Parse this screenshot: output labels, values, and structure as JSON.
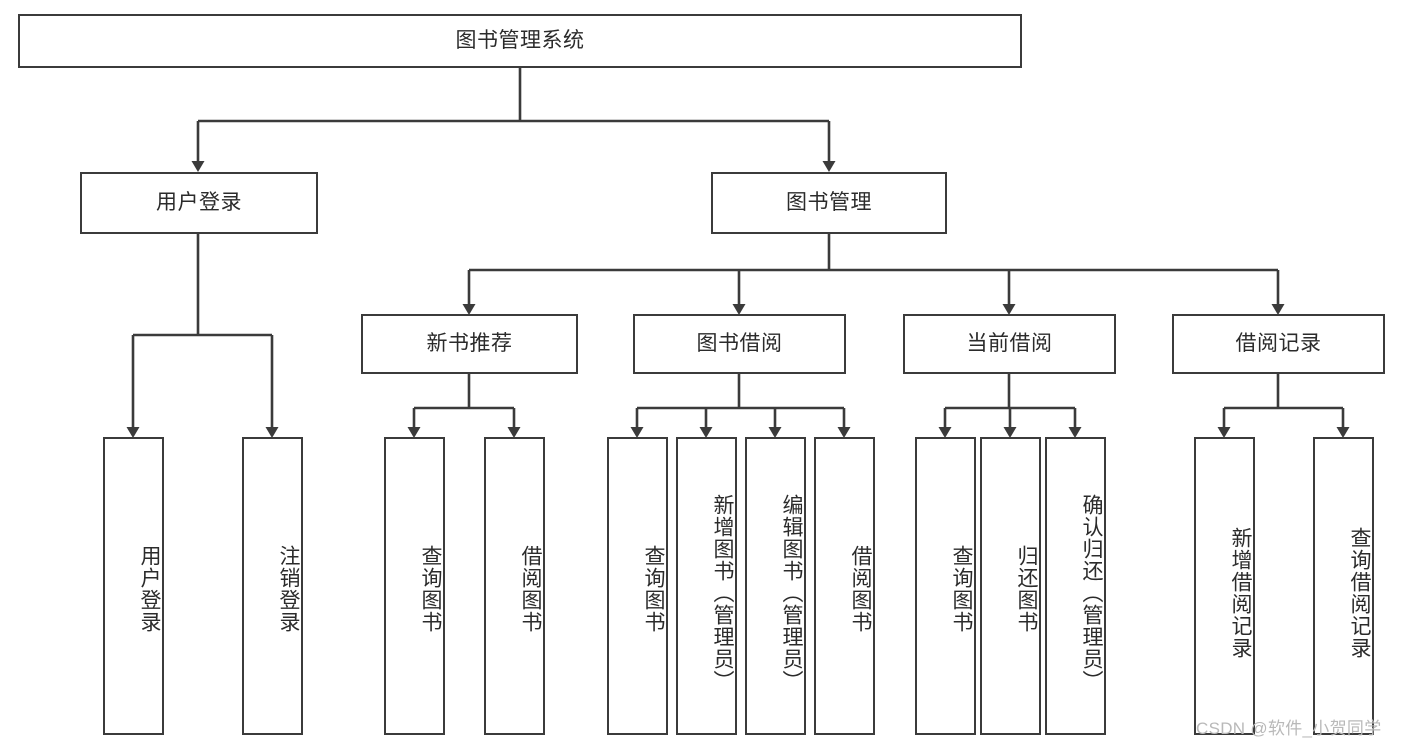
{
  "diagram": {
    "type": "tree",
    "title": "图书管理系统",
    "root": {
      "label": "图书管理系统"
    },
    "level2": [
      {
        "label": "用户登录"
      },
      {
        "label": "图书管理"
      }
    ],
    "level3": [
      {
        "label": "新书推荐"
      },
      {
        "label": "图书借阅"
      },
      {
        "label": "当前借阅"
      },
      {
        "label": "借阅记录"
      }
    ],
    "leaves_user_login": [
      {
        "label": "用户登录"
      },
      {
        "label": "注销登录"
      }
    ],
    "leaves_new_book": [
      {
        "label": "查询图书"
      },
      {
        "label": "借阅图书"
      }
    ],
    "leaves_borrow": [
      {
        "label": "查询图书"
      },
      {
        "label": "新增图书（管理员）"
      },
      {
        "label": "编辑图书（管理员）"
      },
      {
        "label": "借阅图书"
      }
    ],
    "leaves_current": [
      {
        "label": "查询图书"
      },
      {
        "label": "归还图书"
      },
      {
        "label": "确认归还（管理员）"
      }
    ],
    "leaves_records": [
      {
        "label": "新增借阅记录"
      },
      {
        "label": "查询借阅记录"
      }
    ]
  },
  "watermark": {
    "text": "CSDN @软件_小贺同学"
  },
  "colors": {
    "stroke": "#3b3b3b",
    "text": "#2b2b2b",
    "background": "#ffffff",
    "watermark": "#b9b9b9"
  }
}
